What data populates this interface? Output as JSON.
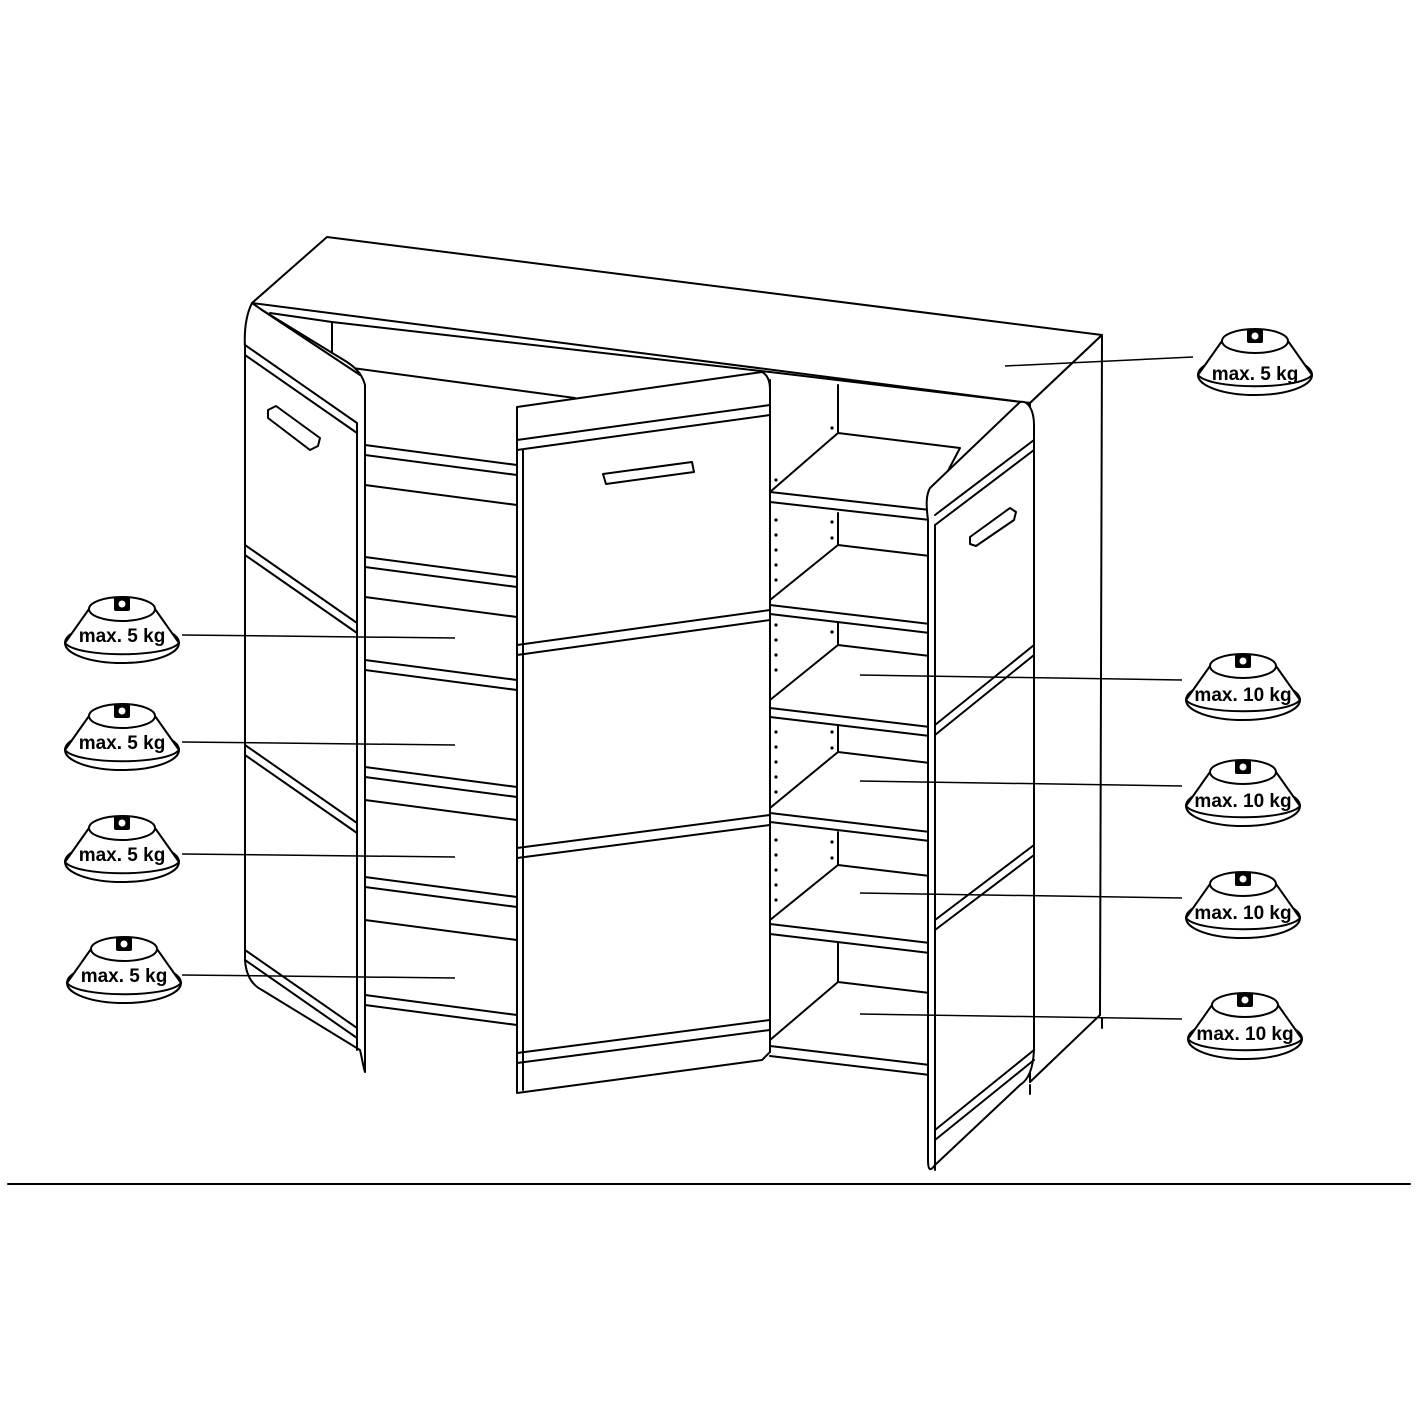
{
  "weights": {
    "top_right": "max. 5 kg",
    "left_1": "max. 5 kg",
    "left_2": "max. 5 kg",
    "left_3": "max. 5 kg",
    "left_4": "max. 5 kg",
    "right_1": "max. 10 kg",
    "right_2": "max. 10 kg",
    "right_3": "max. 10 kg",
    "right_4": "max. 10 kg"
  },
  "icons": {
    "weight": "weight-icon",
    "lock": "lock-icon"
  },
  "colors": {
    "line": "#000000",
    "background": "#ffffff"
  }
}
